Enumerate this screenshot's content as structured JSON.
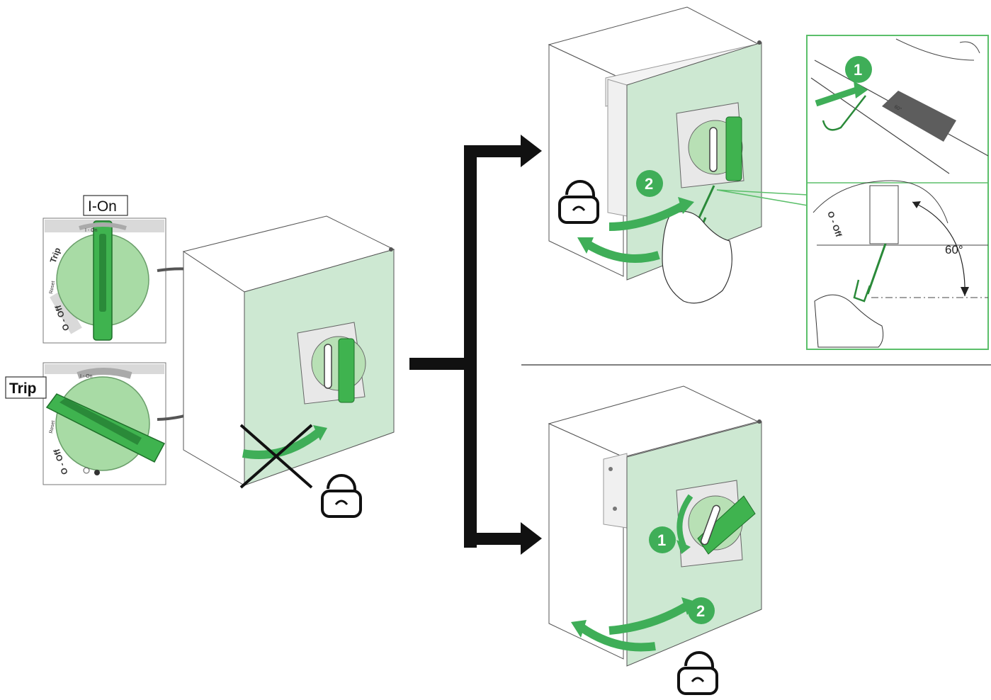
{
  "handle_positions": {
    "on_label": "I-On",
    "trip_label": "Trip",
    "dial_on_text": "I - On",
    "dial_trip_text": "Trip",
    "dial_reset_text": "Reset",
    "dial_off_text": "O - Off"
  },
  "steps": {
    "step_1": "1",
    "step_2": "2"
  },
  "detail": {
    "angle_label": "60°",
    "plate_label": "60°"
  },
  "colors": {
    "door_green": "#cde8d2",
    "handle_green": "#3fb34f",
    "arrow_green": "#3fae58",
    "badge_green": "#3fae58",
    "detail_frame": "#5bbf6a",
    "arrow_gray": "#555555"
  }
}
